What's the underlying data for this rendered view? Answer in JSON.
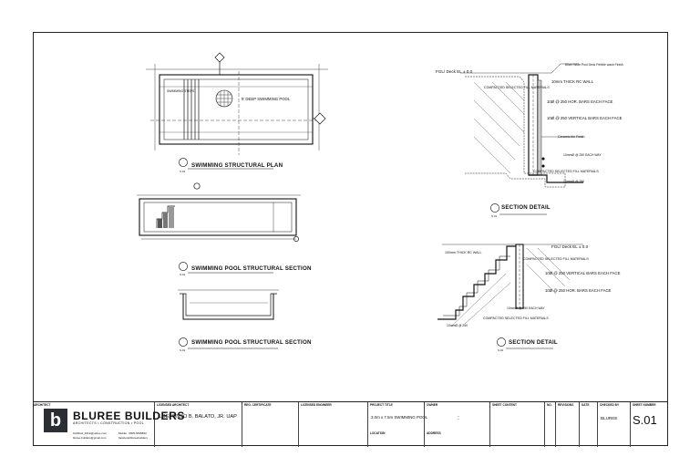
{
  "drawings": {
    "plan_title": "SWIMMING STRUCTURAL PLAN",
    "plan_ref": "S.01",
    "pool_section_title": "SWIMMING POOL STRUCTURAL SECTION",
    "pool_section_ref": "S.01",
    "pool_section2_title": "SWIMMING POOL STRUCTURAL SECTION",
    "pool_section2_ref": "S.01",
    "section_detail_title": "SECTION DETAIL",
    "section_detail_ref": "S.01",
    "section_detail2_title": "SECTION DETAIL",
    "section_detail2_ref": "S.01",
    "plan_label": "5' DEEP SWIMMING POOL",
    "plan_steps": "SWIMMING STEPS",
    "note_deck": "80cm Wide Pool Deck Pebble wash Finish",
    "note_wall": "10mm THICK RC WALL",
    "note_fill": "COMPACTED SELECTED FILL MATERIALS",
    "note_hor": "10Ø @ 250 HOR. BARS EACH FACE",
    "note_vert": "10Ø @ 250 VERTICAL BARS EACH FACE",
    "note_tile": "Ceramic tile Finish",
    "note_each": "10mmØ @ 250 EACH WAY",
    "note_fill2": "COMPACTED SELECTED FILL MATERIALS",
    "note_bars": "10mmØ @ 250",
    "note_wall2": "100mm THICK RC WALL",
    "note_fill3": "COMPACTED SELECTED FILL MATERIALS",
    "note_vert2": "10Ø @ 250 VERTICAL BARS EACH FACE",
    "note_hor2": "10Ø @ 250 HOR. BARS EACH FACE",
    "note_each2": "10mmØ @ 250 EACH WAY",
    "note_fill4": "COMPACTED SELECTED FILL MATERIALS",
    "note_bars2": "10mmØ @ 250",
    "fgl": "FGL/ Deck EL ± 0.0",
    "fgl2": "FGL/ Deck EL ± 0.0"
  },
  "title_block": {
    "architect_caption": "ARCHITECT",
    "logo_letter": "b",
    "brand": "BLUREE BUILDERS",
    "brand_sub": "ARCHITECTS • CONSTRUCTION • POOL",
    "email1": "bubilbuil_2013@yahoo.com",
    "email2": "bluree.builders@gmail.com",
    "mobile": "Mobile : 0905-6695893",
    "facebook": "facebook/blureebuilders",
    "licensed_architect_caption": "LICENSED ARCHITECT",
    "architect_name": "ILDEFONSO B. BALATO, JR. UAP",
    "reg_caption": "REG. CERTIFICATE",
    "licensed_engineer_caption": "LICENSED ENGINEER",
    "project_caption": "PROJECT TITLE",
    "project_title": "3.0m x 7.5m SWIMMING POOL",
    "owner_caption": "OWNER",
    "owner_value": ":",
    "location_caption": "LOCATION",
    "address_caption": "ADDRESS",
    "content_caption": "SHEET CONTENT",
    "no_caption": "NO.",
    "revision_caption": "REVISIONS",
    "date_caption": "DATE",
    "checked_caption": "CHECKED BY",
    "checked_value": "BLUREE",
    "sheet_caption": "SHEET NUMBER",
    "sheet_number": "S.01"
  }
}
